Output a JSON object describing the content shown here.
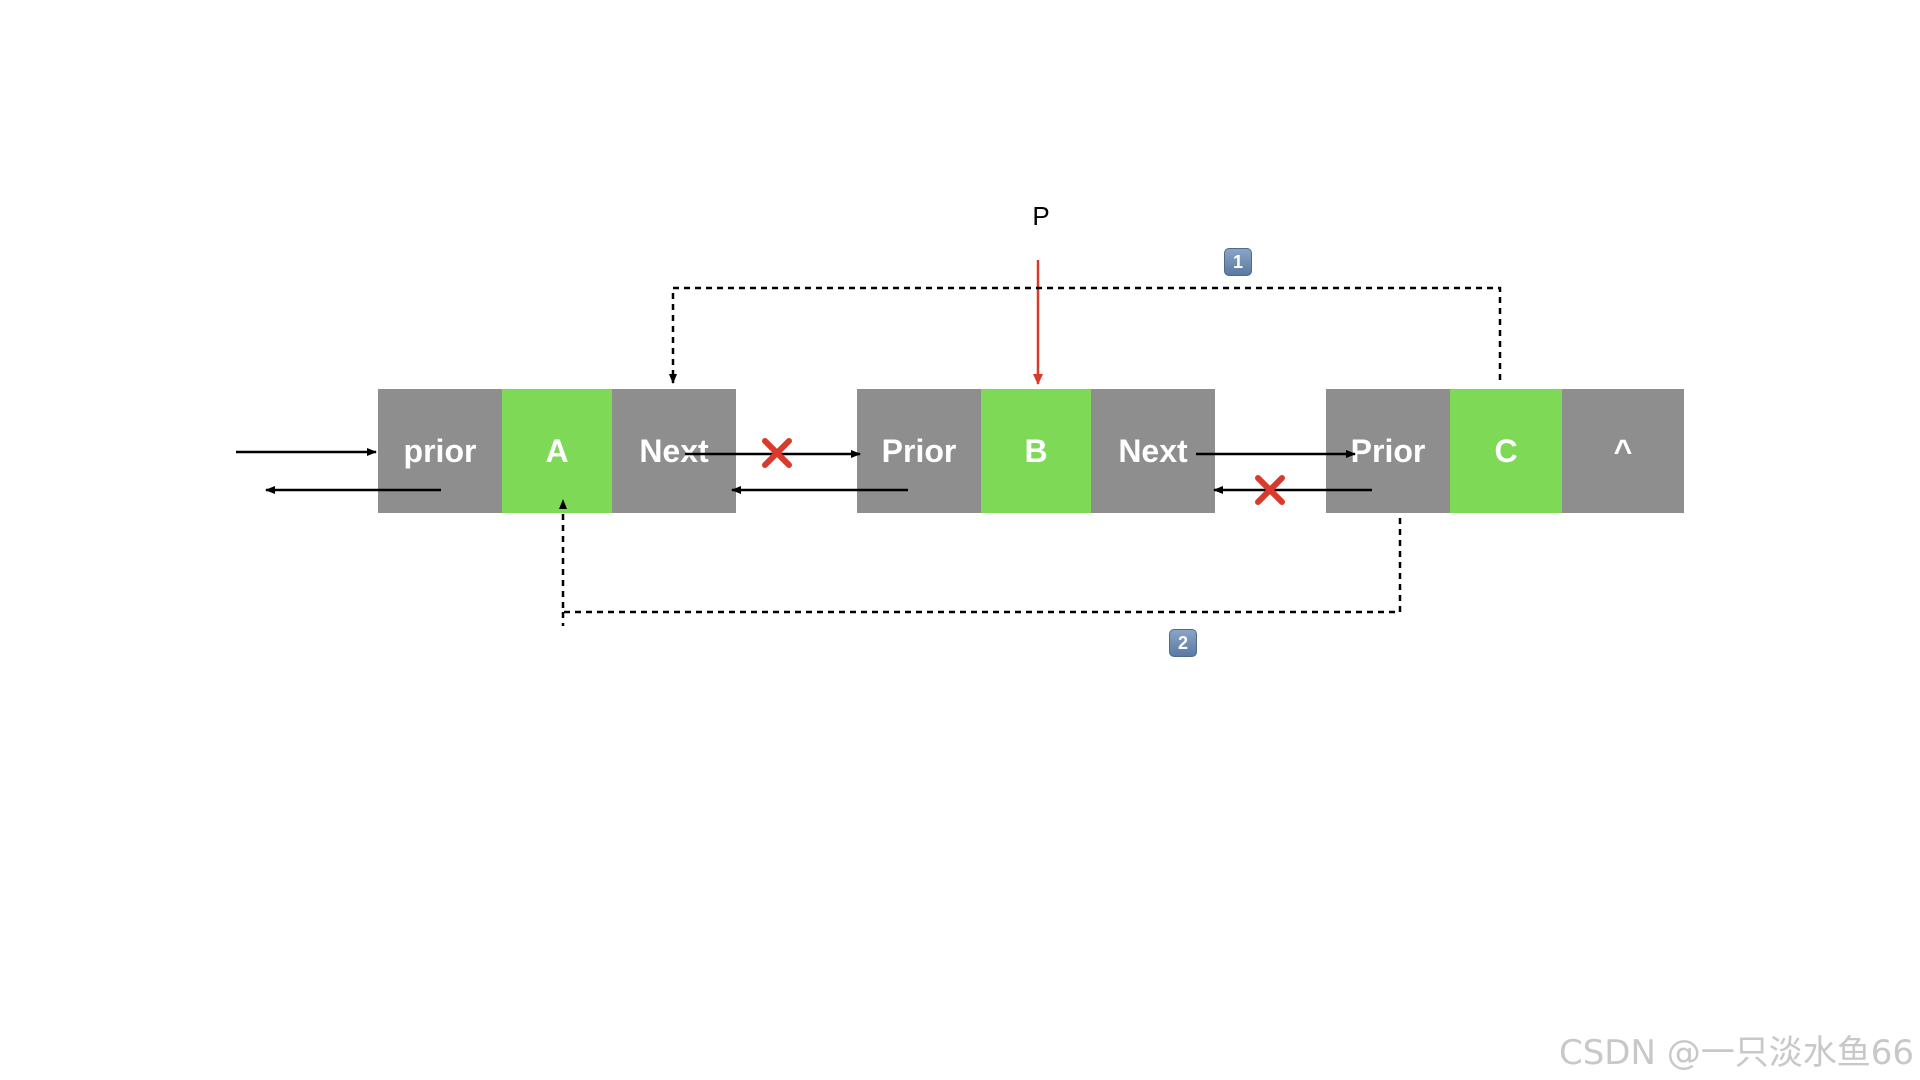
{
  "nodes": [
    {
      "prior": "prior",
      "data": "A",
      "next": "Next"
    },
    {
      "prior": "Prior",
      "data": "B",
      "next": "Next"
    },
    {
      "prior": "Prior",
      "data": "C",
      "next": "^"
    }
  ],
  "pointer_label": "P",
  "badges": [
    "1",
    "2"
  ],
  "watermark": "CSDN @一只淡水鱼66",
  "colors": {
    "cell_gray": "#8e8e8e",
    "cell_green": "#7ed957",
    "arrow": "#000000",
    "pointer_arrow": "#d93a2b",
    "cross": "#d93a2b"
  }
}
